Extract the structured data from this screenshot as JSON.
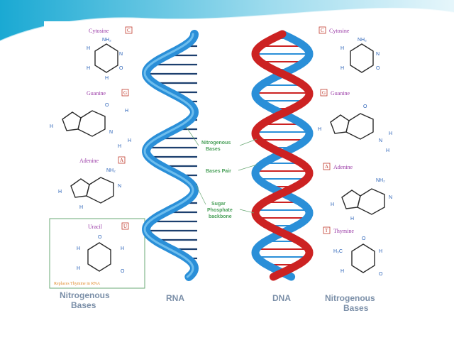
{
  "diagram": {
    "left_bases": [
      {
        "name": "Cytosine",
        "tag": "C"
      },
      {
        "name": "Guanine",
        "tag": "G"
      },
      {
        "name": "Adenine",
        "tag": "A"
      },
      {
        "name": "Uracil",
        "tag": "U"
      }
    ],
    "right_bases": [
      {
        "name": "Cytosine",
        "tag": "C"
      },
      {
        "name": "Guanine",
        "tag": "G"
      },
      {
        "name": "Adenine",
        "tag": "A"
      },
      {
        "name": "Thymine",
        "tag": "T"
      }
    ],
    "uracil_note": "Replaces Thymine in RNA",
    "callouts": {
      "nitrogenous_bases_line1": "Nitrogenous",
      "nitrogenous_bases_line2": "Bases",
      "base_pair": "Bases Pair",
      "backbone_line1": "Sugar",
      "backbone_line2": "Phosphate",
      "backbone_line3": "backbone"
    },
    "footer": {
      "left_line1": "Nitrogenous",
      "left_line2": "Bases",
      "rna": "RNA",
      "dna": "DNA",
      "right_line1": "Nitrogenous",
      "right_line2": "Bases"
    },
    "atom_labels": {
      "H": "H",
      "N": "N",
      "O": "O",
      "NH2": "NH₂",
      "CH3": "H₃C"
    },
    "colors": {
      "rna_strand": "#2a8fd8",
      "rna_rungs": "#1c3f6e",
      "dna_strand_red": "#cc2222",
      "dna_strand_blue": "#2a8fd8",
      "callout_text": "#4aa05a",
      "base_name": "#9a3aa6",
      "footer_text": "#7b8fa8",
      "wave": "#1fb5d8"
    }
  }
}
